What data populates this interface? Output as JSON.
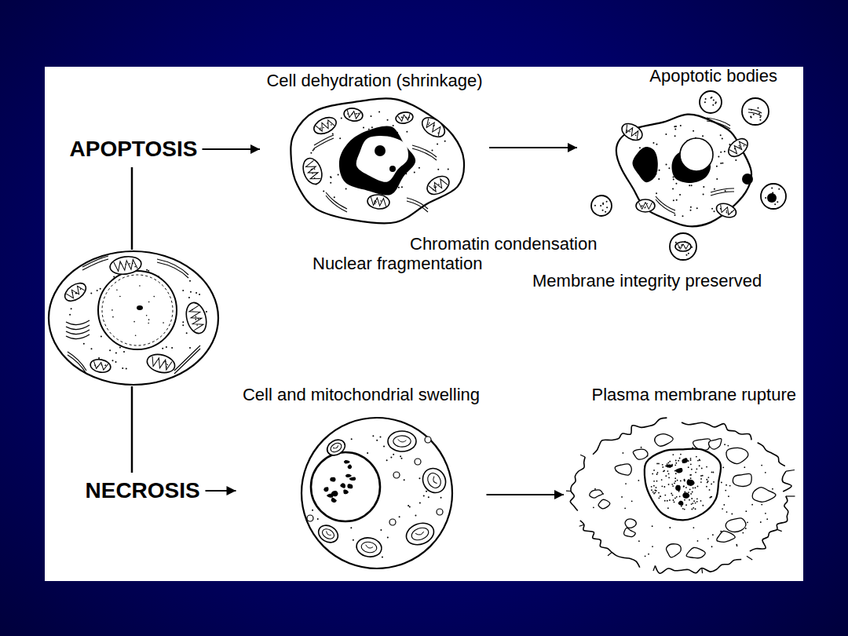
{
  "diagram": {
    "nodes": [
      {
        "text": [
          "APOPTOSIS"
        ]
      },
      {
        "text": [
          "Cell dehydration (shrinkage)"
        ]
      },
      {
        "text": [
          "Apoptotic bodies"
        ]
      },
      {
        "text": [
          "NECROSIS"
        ]
      },
      {
        "text": [
          "Cell and mitochondrial swelling"
        ]
      },
      {
        "text": [
          "Plasma membrane rupture"
        ]
      }
    ],
    "edges": [
      {
        "from": 0,
        "to": 1,
        "arrow": "to"
      },
      {
        "from": 1,
        "to": 2,
        "arrow": "to"
      },
      {
        "from": 3,
        "to": 4,
        "arrow": "to"
      },
      {
        "from": 4,
        "to": 5,
        "arrow": "to"
      }
    ],
    "labels": [
      "Chromatin condensation",
      "Nuclear fragmentation",
      "Membrane integrity preserved"
    ]
  }
}
